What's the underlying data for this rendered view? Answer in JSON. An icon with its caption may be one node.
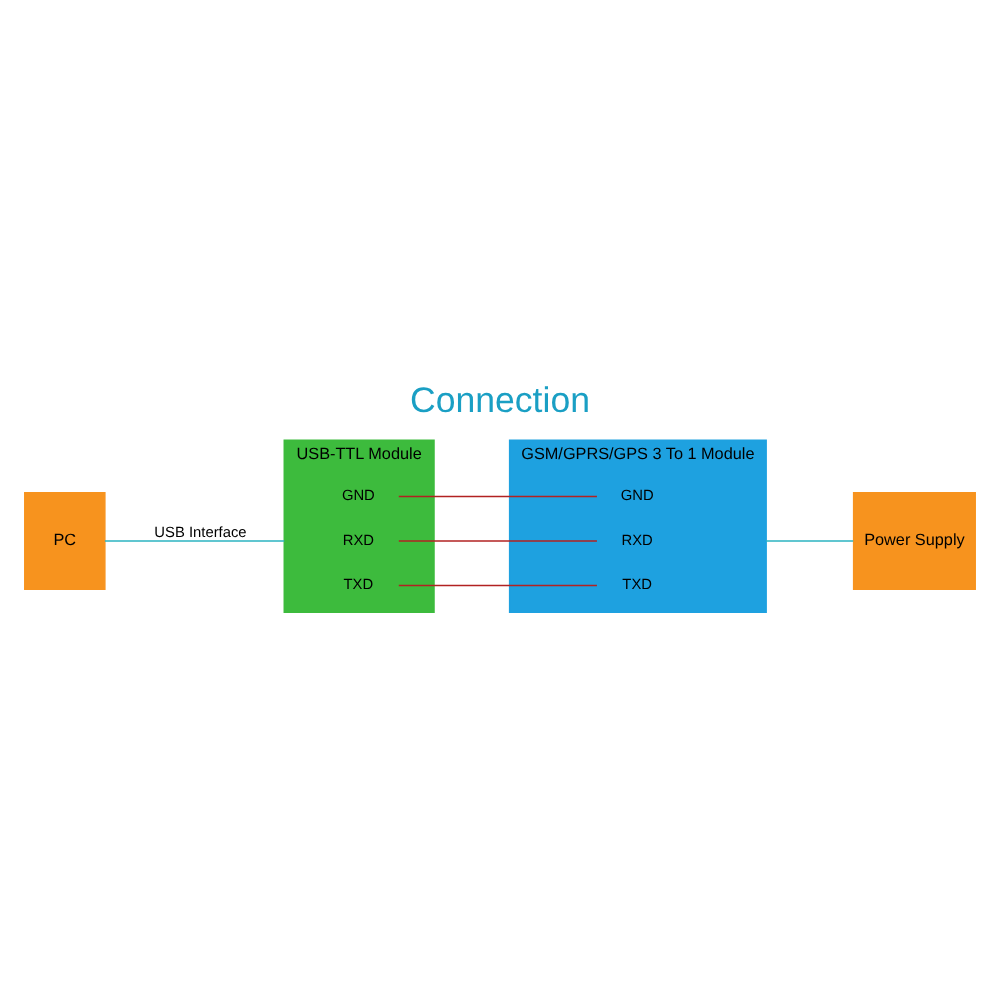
{
  "diagram": {
    "title": "Connection",
    "nodes": [
      {
        "text": [
          "PC"
        ]
      },
      {
        "text": [
          "USB-TTL Module"
        ]
      },
      {
        "text": [
          "GND"
        ],
        "in": 1
      },
      {
        "text": [
          "RXD"
        ],
        "in": 1
      },
      {
        "text": [
          "TXD"
        ],
        "in": 1
      },
      {
        "text": [
          "GSM/GPRS/GPS 3 To 1 Module"
        ]
      },
      {
        "text": [
          "GND"
        ],
        "in": 5
      },
      {
        "text": [
          "RXD"
        ],
        "in": 5
      },
      {
        "text": [
          "TXD"
        ],
        "in": 5
      },
      {
        "text": [
          "Power Supply"
        ]
      }
    ],
    "edges": [
      {
        "from": 0,
        "to": 1,
        "arrow": "none",
        "label": "USB Interface",
        "color": "#2bb3c0"
      },
      {
        "from": 2,
        "to": 6,
        "arrow": "none"
      },
      {
        "from": 3,
        "to": 7,
        "arrow": "none"
      },
      {
        "from": 4,
        "to": 8,
        "arrow": "none"
      },
      {
        "from": 5,
        "to": 9,
        "arrow": "none",
        "color": "#2bb3c0"
      }
    ]
  }
}
